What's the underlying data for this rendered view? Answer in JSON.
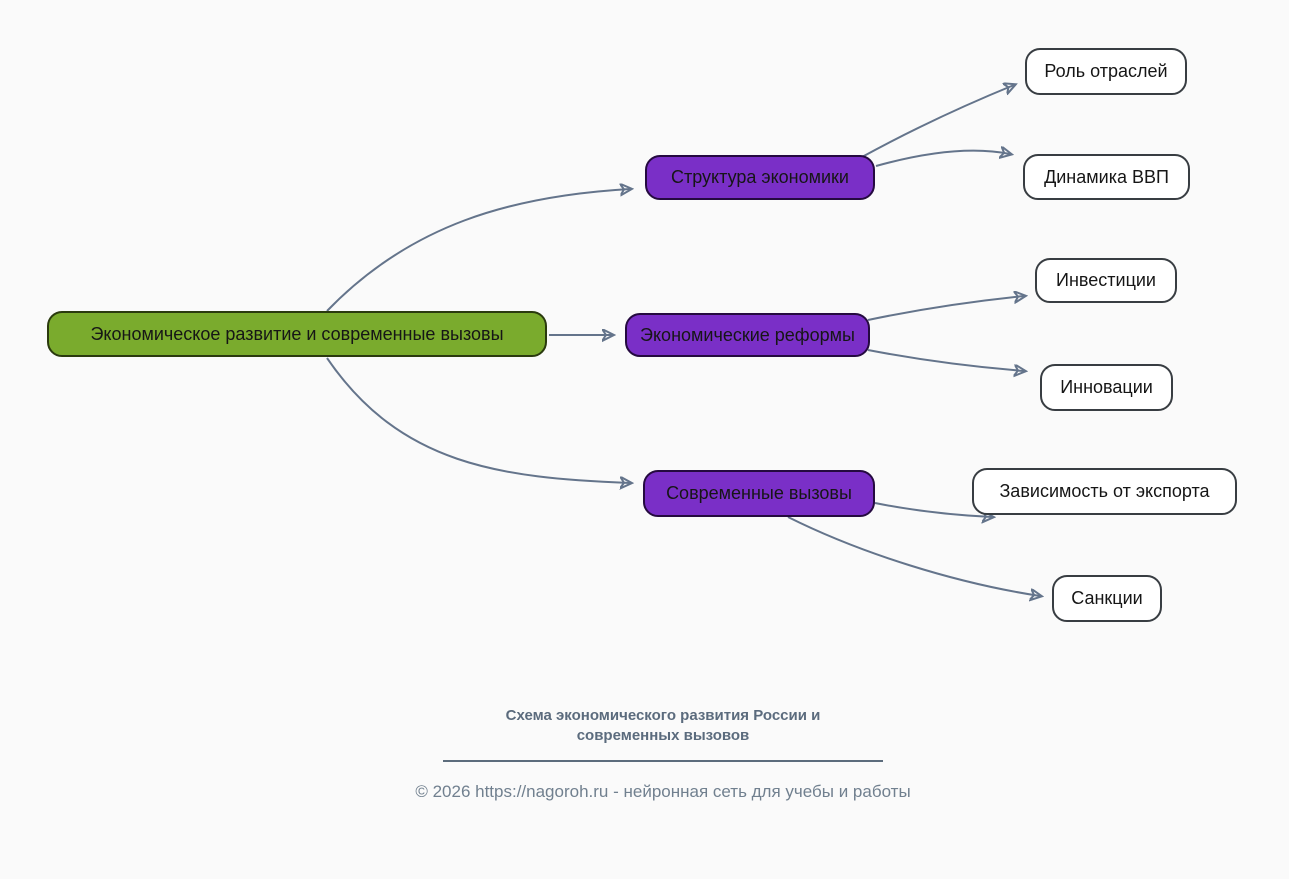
{
  "diagram": {
    "root": {
      "label": "Экономическое развитие и современные вызовы"
    },
    "branches": [
      {
        "label": "Структура экономики",
        "children": [
          {
            "label": "Роль отраслей"
          },
          {
            "label": "Динамика ВВП"
          }
        ]
      },
      {
        "label": "Экономические реформы",
        "children": [
          {
            "label": "Инвестиции"
          },
          {
            "label": "Инновации"
          }
        ]
      },
      {
        "label": "Современные вызовы",
        "children": [
          {
            "label": "Зависимость от экспорта"
          },
          {
            "label": "Санкции"
          }
        ]
      }
    ]
  },
  "footer": {
    "title": "Схема экономического развития России и современных вызовов",
    "copyright": "© 2026 https://nagoroh.ru - нейронная сеть для учебы и работы"
  },
  "colors": {
    "root-fill": "#7aab2d",
    "branch-fill": "#7a2fc7",
    "leaf-fill": "#ffffff",
    "edge": "#64748b",
    "footer-title": "#5b6b7d",
    "footer-text": "#71808f"
  }
}
